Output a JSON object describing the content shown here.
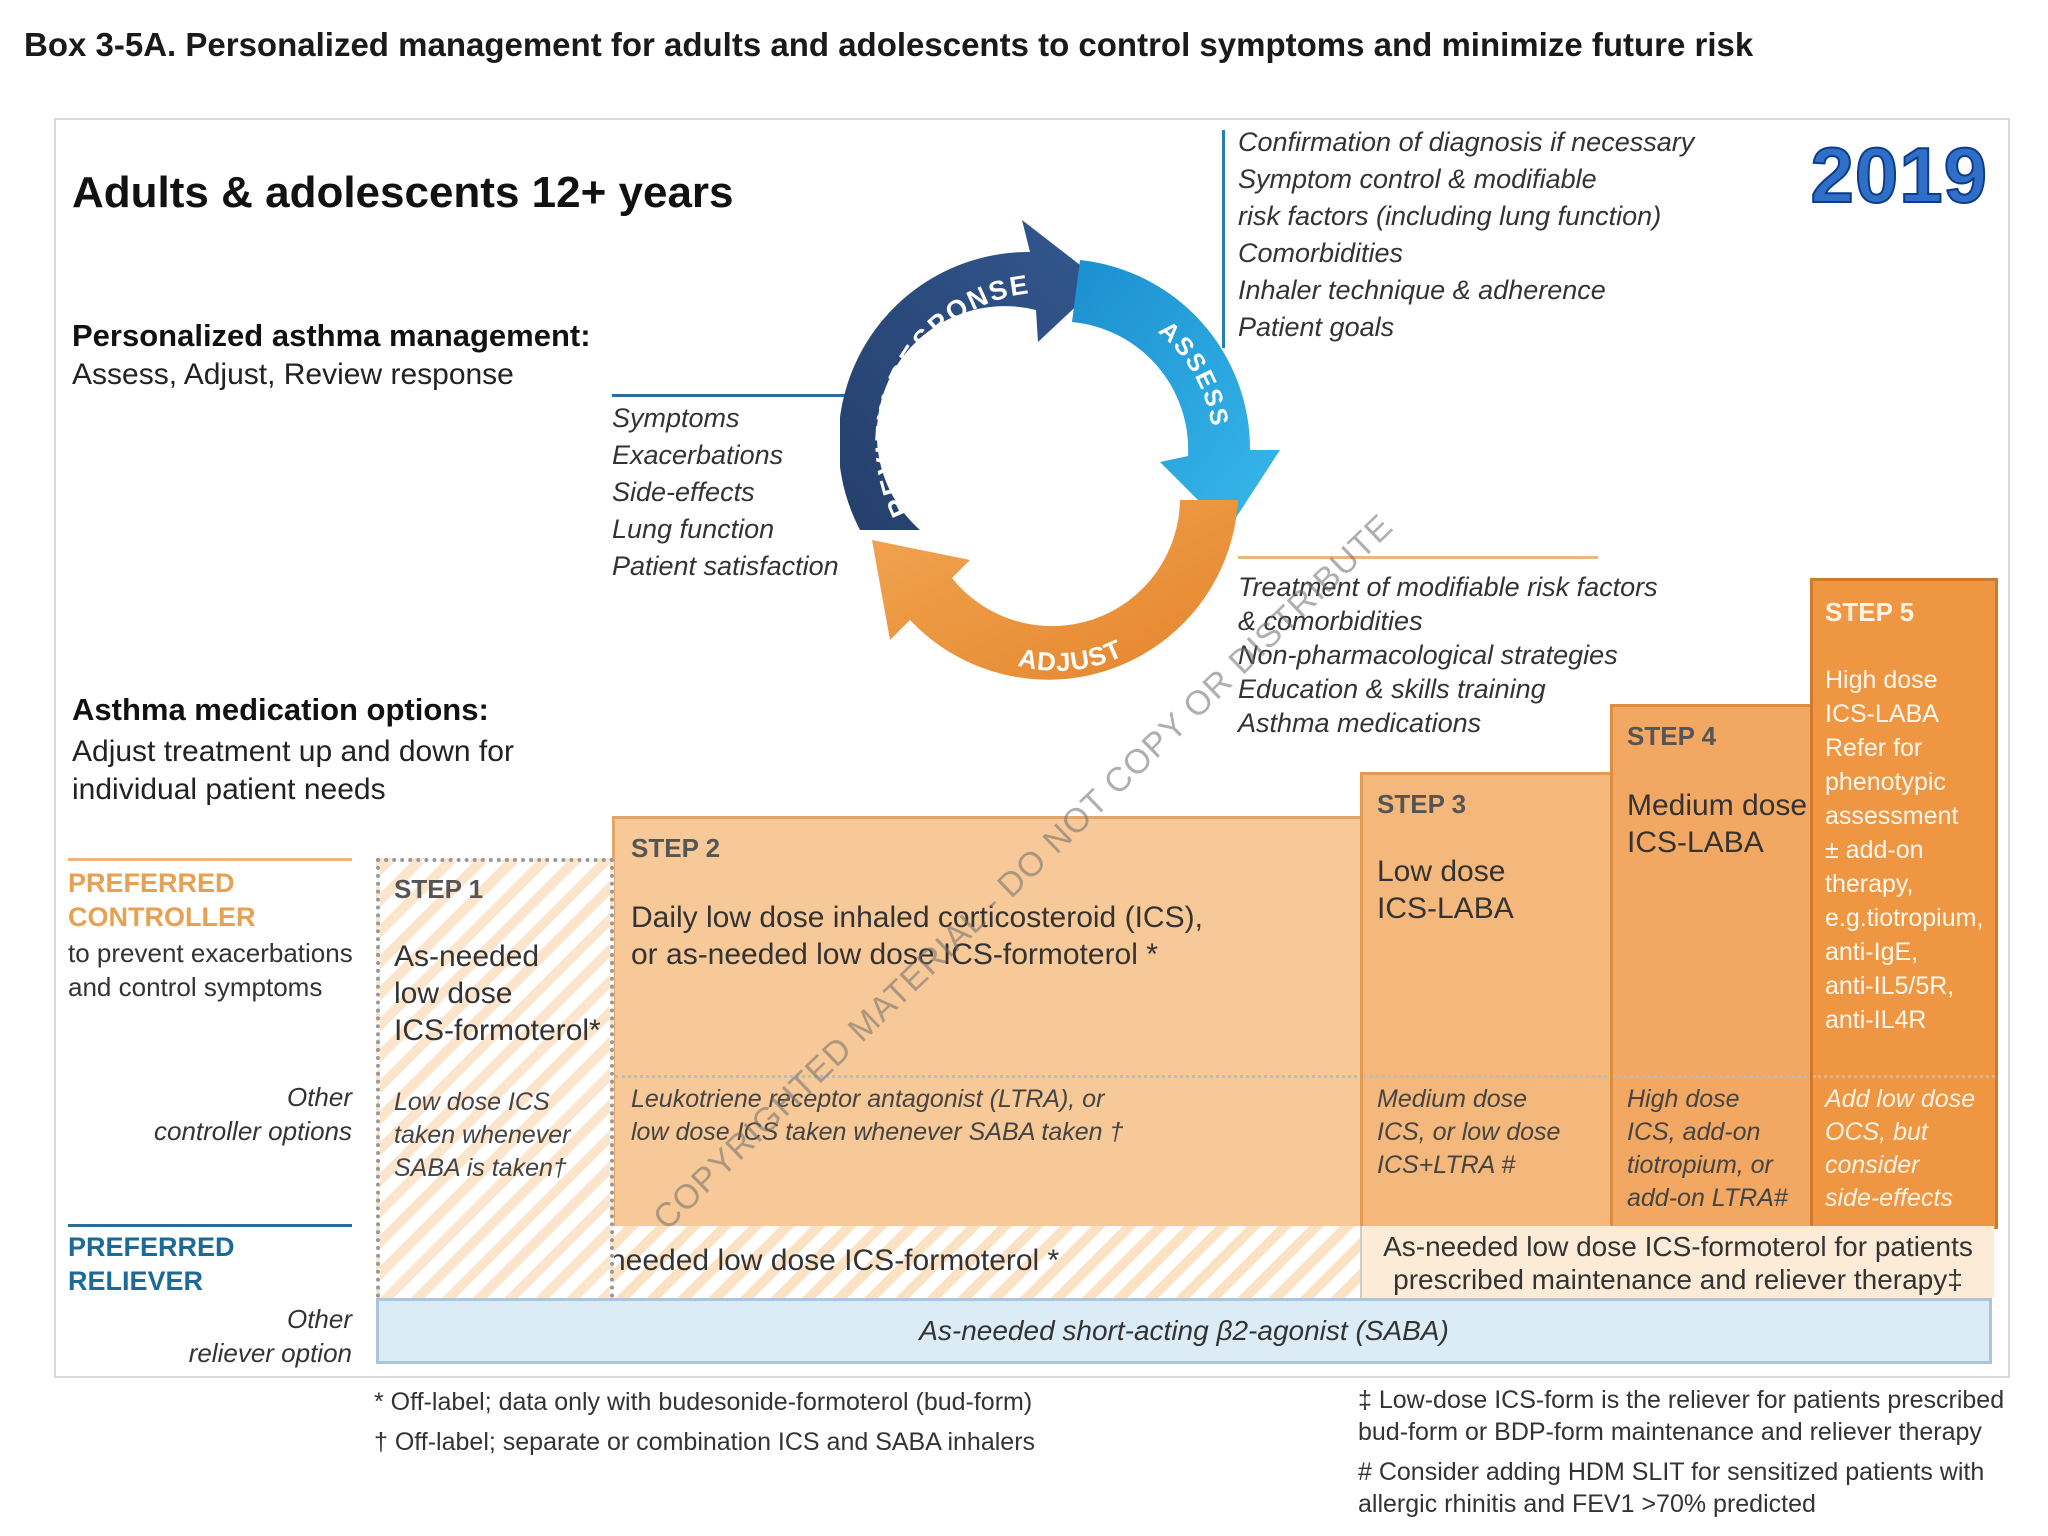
{
  "box_title": "Box 3-5A. Personalized management for adults and adolescents to control symptoms and minimize future risk",
  "year": "2019",
  "age_group": "Adults & adolescents 12+ years",
  "management": {
    "heading": "Personalized asthma management:",
    "subheading": "Assess, Adjust, Review response"
  },
  "cycle": {
    "review_label": "REVIEW RESPONSE",
    "assess_label": "ASSESS",
    "adjust_label": "ADJUST",
    "assess_items": "Confirmation of diagnosis if necessary\nSymptom control & modifiable\nrisk factors (including lung function)\nComorbidities\nInhaler technique & adherence\nPatient goals",
    "review_items": "Symptoms\nExacerbations\nSide-effects\nLung function\nPatient satisfaction",
    "adjust_items": "Treatment of modifiable risk factors\n& comorbidities\nNon-pharmacological strategies\nEducation & skills training\nAsthma medications"
  },
  "medication": {
    "heading": "Asthma medication options:",
    "subheading": "Adjust treatment up and down for\nindividual patient needs"
  },
  "rows": {
    "preferred_controller": "PREFERRED\nCONTROLLER",
    "preferred_controller_sub": "to prevent exacerbations\nand control symptoms",
    "other_controller": "Other\ncontroller options",
    "preferred_reliever": "PREFERRED\nRELIEVER",
    "other_reliever": "Other\nreliever option"
  },
  "steps": [
    {
      "label": "STEP 1",
      "preferred": "As-needed\nlow dose\nICS-formoterol*",
      "other": "Low dose ICS\ntaken whenever\nSABA is taken†"
    },
    {
      "label": "STEP 2",
      "preferred": "Daily low dose inhaled corticosteroid (ICS),\nor as-needed low dose ICS-formoterol *",
      "other": "Leukotriene receptor antagonist (LTRA), or\nlow dose ICS taken whenever SABA taken †"
    },
    {
      "label": "STEP 3",
      "preferred": "Low dose\nICS-LABA",
      "other": "Medium dose\nICS, or low dose\nICS+LTRA #"
    },
    {
      "label": "STEP 4",
      "preferred": "Medium dose\nICS-LABA",
      "other": "High dose\nICS, add-on\ntiotropium, or\nadd-on LTRA#"
    },
    {
      "label": "STEP 5",
      "preferred": "High dose\nICS-LABA\nRefer for\nphenotypic\nassessment\n± add-on\ntherapy,\ne.g.tiotropium,\nanti-IgE,\nanti-IL5/5R,\nanti-IL4R",
      "other": "Add low dose\nOCS, but\nconsider\nside-effects"
    }
  ],
  "reliever": {
    "steps_1_2": "As-needed low dose ICS-formoterol *",
    "steps_3_5": "As-needed low dose ICS-formoterol for patients\nprescribed maintenance and reliever therapy‡",
    "other": "As-needed short-acting β2-agonist (SABA)"
  },
  "watermark": "COPYRIGHTED MATERIAL - DO NOT COPY OR DISTRIBUTE",
  "footnotes": {
    "star": "*  Off-label; data only with budesonide-formoterol (bud-form)",
    "dagger": "† Off-label; separate or combination ICS and SABA inhalers",
    "ddagger": "‡ Low-dose ICS-form is the reliever for patients prescribed\n   bud-form or BDP-form maintenance and reliever therapy",
    "hash": "# Consider adding HDM SLIT for sensitized patients with\n   allergic rhinitis and FEV1 >70% predicted"
  },
  "colors": {
    "review_arrow": "#2b4a78",
    "assess_arrow": "#2aa6dc",
    "adjust_arrow": "#ef9a45",
    "preferred_controller": "#e8a052",
    "preferred_reliever": "#1d6a98",
    "year": "#2f6fc7"
  }
}
